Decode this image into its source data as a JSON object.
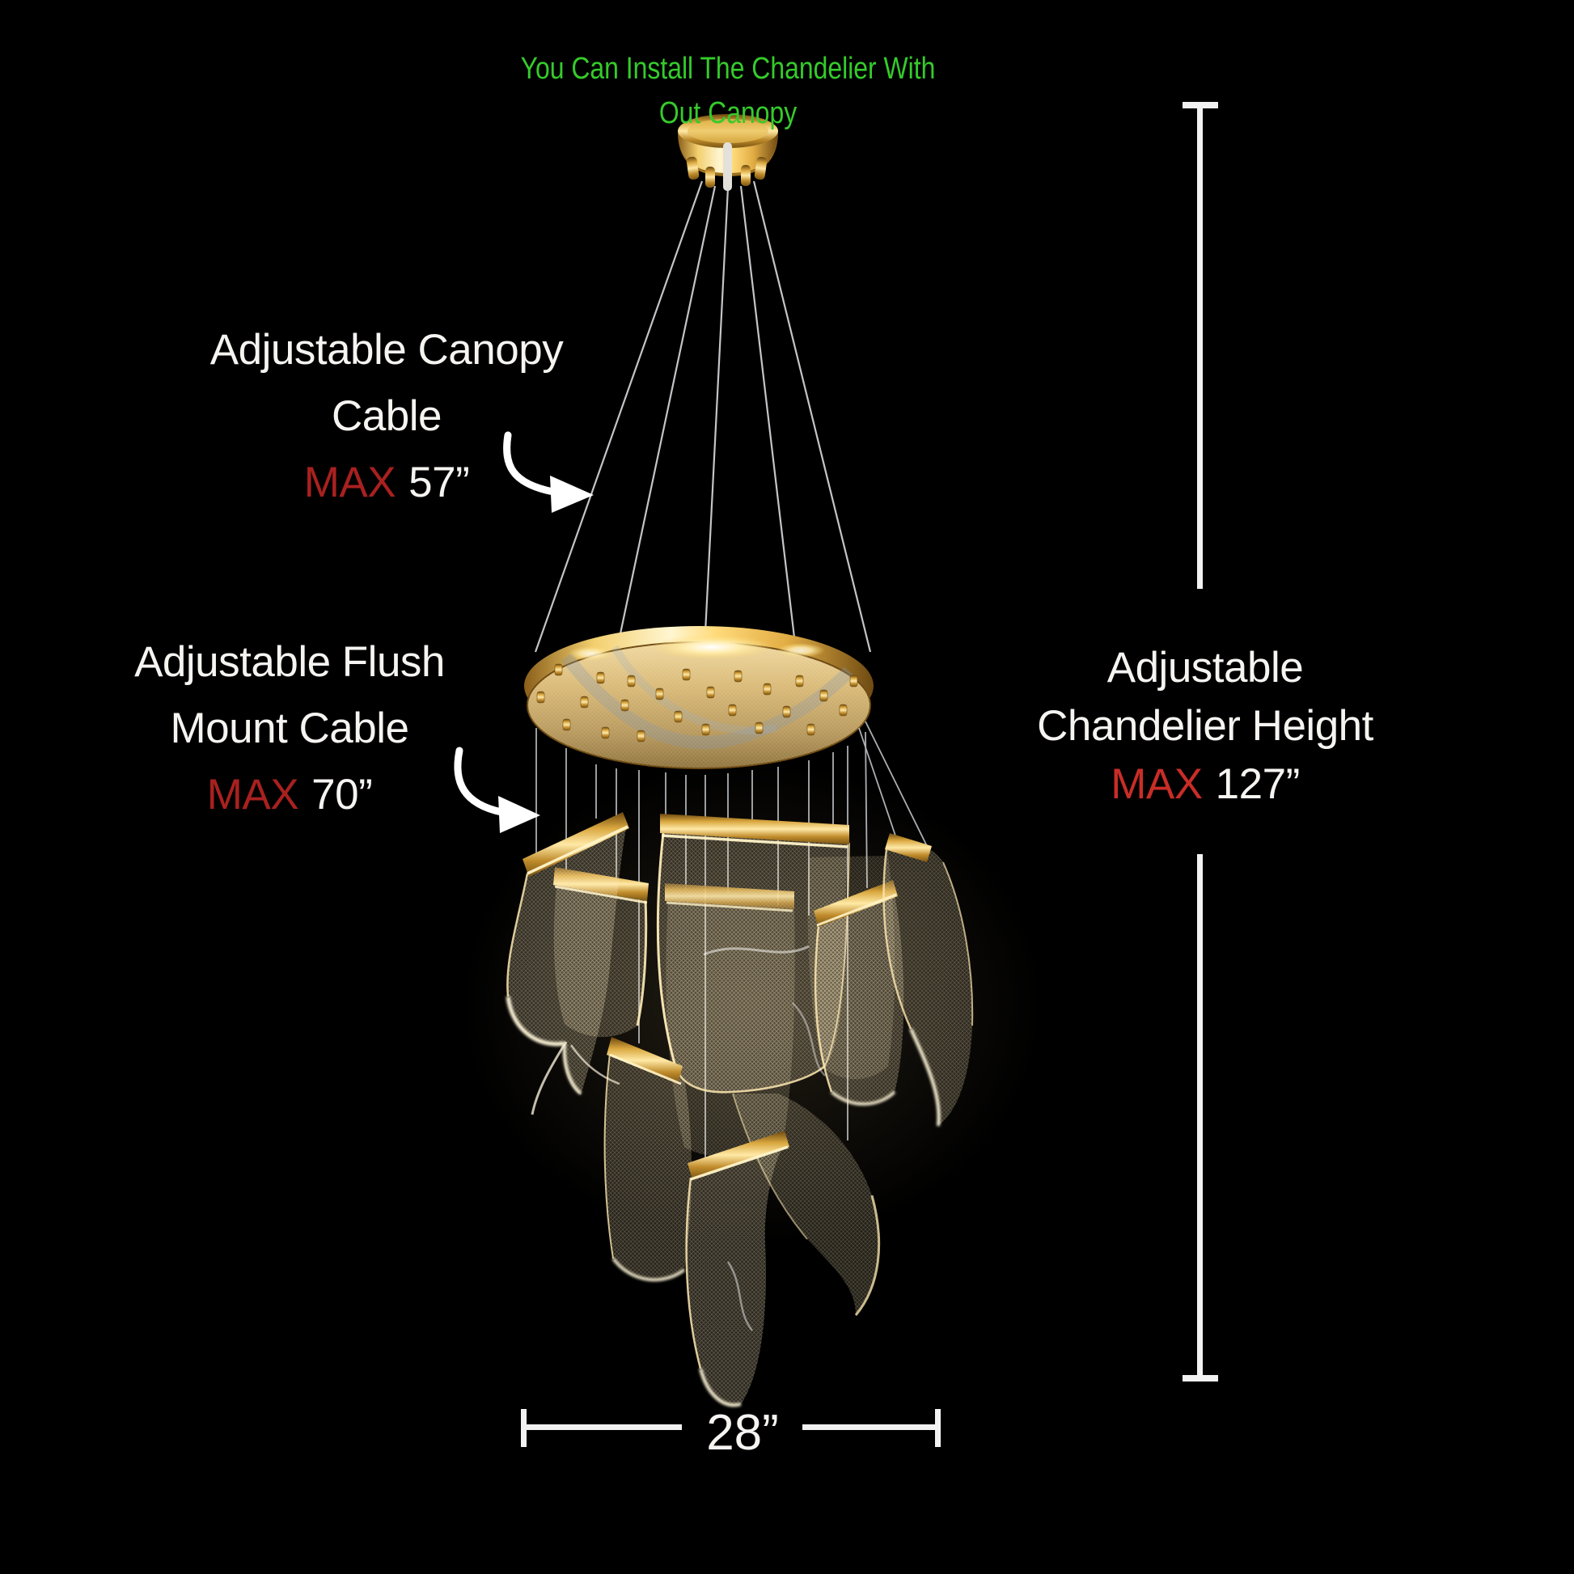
{
  "note": {
    "line1": "You Can Install The Chandelier With",
    "line2": "Out Canopy"
  },
  "labels": {
    "canopy_cable": {
      "line1": "Adjustable Canopy",
      "line2": "Cable",
      "max": "MAX",
      "value": "57”"
    },
    "flush_mount": {
      "line1": "Adjustable Flush",
      "line2": "Mount Cable",
      "max": "MAX",
      "value": "70”"
    },
    "chandelier_height": {
      "line1": "Adjustable",
      "line2": "Chandelier Height",
      "max": "MAX",
      "value": "127”"
    }
  },
  "dimensions": {
    "width_value": "28”"
  },
  "icons": {
    "arrow_canopy": "curved-arrow-down-right",
    "arrow_flush": "curved-arrow-down-right"
  },
  "colors": {
    "background": "#000000",
    "note_green": "#35cb2b",
    "text_white": "#f6f4f1",
    "max_red_dark": "#a8211f",
    "max_red_bright": "#c92d27",
    "dimension_line": "#f2f2f2",
    "gold": "#c8963a",
    "gold_light": "#ffe9a6",
    "cable_grey": "#d9dbdf"
  }
}
